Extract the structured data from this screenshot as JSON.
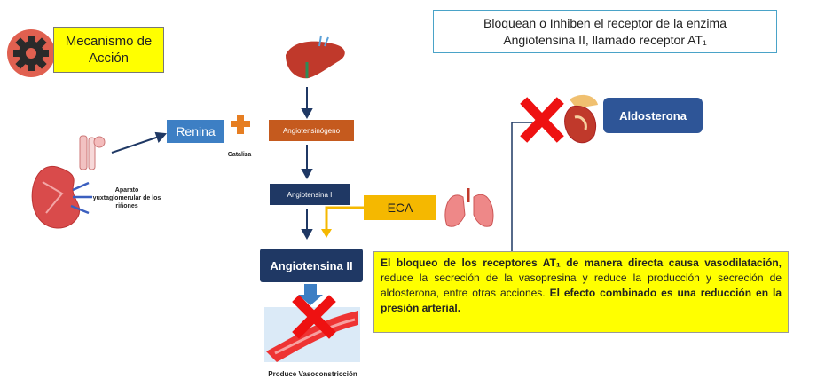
{
  "mecanismo_label": "Mecanismo de Acción",
  "header": {
    "line1": "Bloquean o Inhiben el receptor de la enzima",
    "line2": "Angiotensina II, llamado  receptor AT₁"
  },
  "nodes": {
    "renina": "Renina",
    "angiotensinogeno": "Angiotensinógeno",
    "angiotensina1": "Angiotensina I",
    "eca": "ECA",
    "angiotensina2": "Angiotensina II",
    "aldosterona": "Aldosterona"
  },
  "captions": {
    "cataliza": "Cataliza",
    "aparato": "Aparato yuxtaglomerular de los riñones",
    "produce": "Produce Vasoconstricción"
  },
  "note": {
    "bold1": "El bloqueo de los receptores AT₁ de manera directa causa vasodilatación,",
    "normal": " reduce la secreción de la vasopresina y reduce la producción y secreción de aldosterona, entre otras acciones. ",
    "bold2": "El efecto combinado es una reducción en la presión arterial."
  },
  "colors": {
    "renina": "#3d7fc4",
    "angiotensinogeno": "#c55a1e",
    "angiotensina": "#1f3864",
    "eca": "#f5b800",
    "aldosterona": "#2e5597",
    "highlight": "#ffff00",
    "block_x": "#ee1111"
  }
}
